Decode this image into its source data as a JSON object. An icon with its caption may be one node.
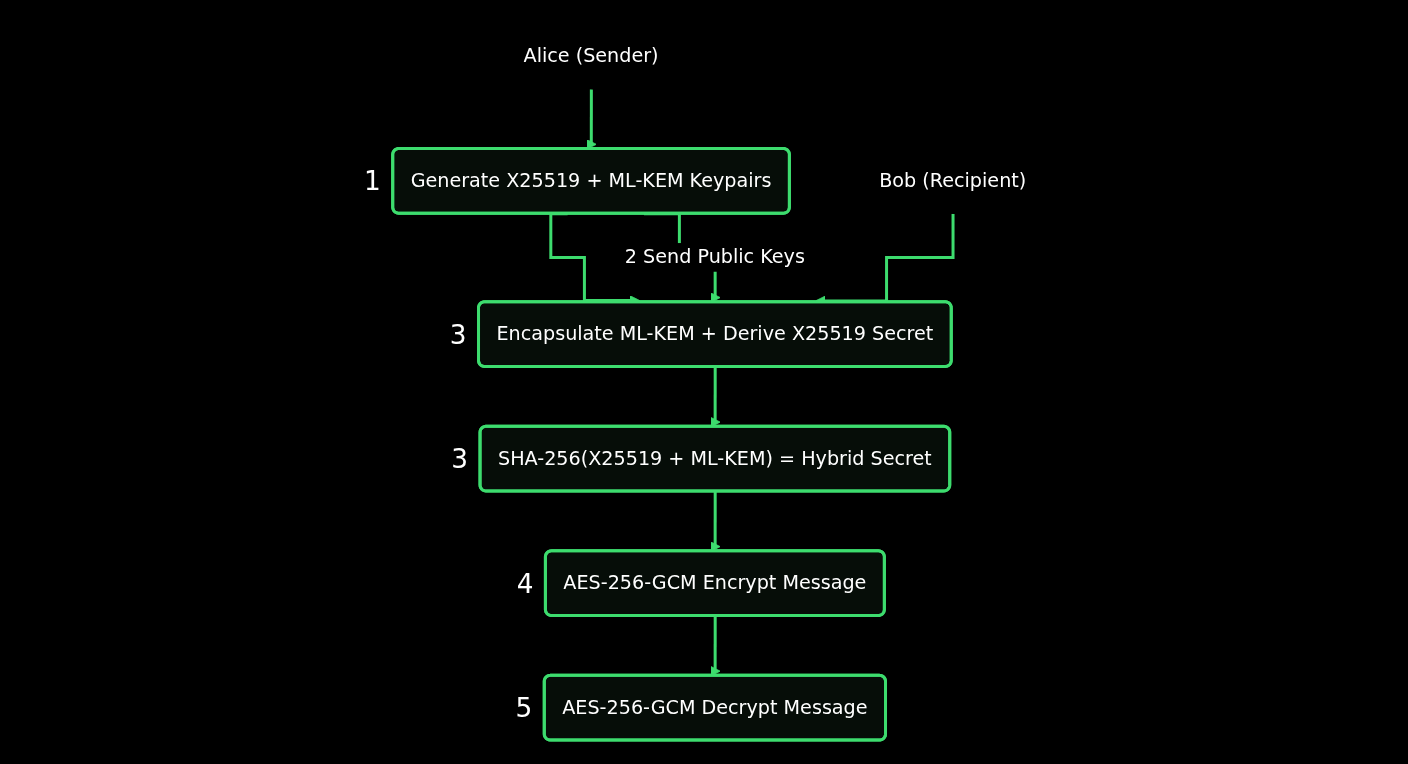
{
  "diagram": {
    "nodes": [
      {
        "text": [
          "Alice (Sender)"
        ]
      },
      {
        "text": [
          "Bob (Recipient)"
        ]
      },
      {
        "text": [
          "Generate X25519 + ML-KEM Keypairs"
        ],
        "beside": [
          "1"
        ]
      },
      {
        "text": [
          "Encapsulate ML-KEM + Derive X25519 Secret"
        ],
        "beside": [
          "3"
        ]
      },
      {
        "text": [
          "SHA-256(X25519 + ML-KEM) = Hybrid Secret"
        ],
        "beside": [
          "3"
        ]
      },
      {
        "text": [
          "AES-256-GCM Encrypt Message"
        ],
        "beside": [
          "4"
        ]
      },
      {
        "text": [
          "AES-256-GCM Decrypt Message"
        ],
        "beside": [
          "5"
        ]
      }
    ],
    "edges": [
      {
        "from": 0,
        "to": 2,
        "arrow": "to"
      },
      {
        "from": 2,
        "to": 3,
        "arrow": "to"
      },
      {
        "from": 2,
        "to": 3,
        "label": "2 Send Public Keys",
        "arrow": "to"
      },
      {
        "from": 1,
        "to": 3,
        "arrow": "to"
      },
      {
        "from": 3,
        "to": 4,
        "arrow": "to"
      },
      {
        "from": 4,
        "to": 5,
        "arrow": "to"
      },
      {
        "from": 5,
        "to": 6,
        "arrow": "to"
      }
    ]
  }
}
